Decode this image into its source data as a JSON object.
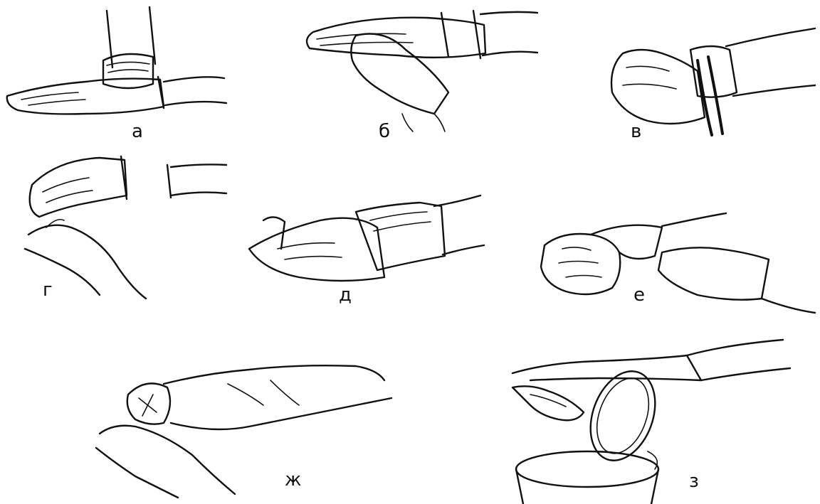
{
  "figure": {
    "panels": [
      {
        "id": "a",
        "label": "а"
      },
      {
        "id": "b",
        "label": "б"
      },
      {
        "id": "v",
        "label": "в"
      },
      {
        "id": "g",
        "label": "г"
      },
      {
        "id": "d",
        "label": "д"
      },
      {
        "id": "e",
        "label": "е"
      },
      {
        "id": "zh",
        "label": "ж"
      },
      {
        "id": "z",
        "label": "з"
      }
    ]
  }
}
